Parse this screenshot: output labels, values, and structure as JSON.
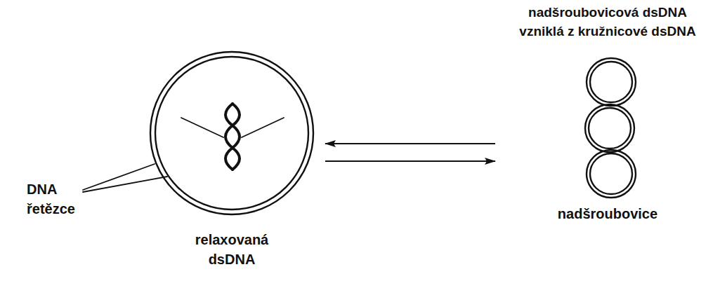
{
  "diagram": {
    "nodes": [
      {
        "text": [
          "relaxovaná dsDNA"
        ]
      },
      {
        "text": [
          "nadšroubovicová dsDNA vzniklá z kružnicové dsDNA",
          "nadšroubovice"
        ]
      }
    ],
    "edges": [
      {
        "from": 1,
        "to": 0,
        "arrow": "to"
      },
      {
        "from": 0,
        "to": 1,
        "arrow": "to"
      }
    ],
    "labels": [
      "DNA řetězce"
    ]
  }
}
